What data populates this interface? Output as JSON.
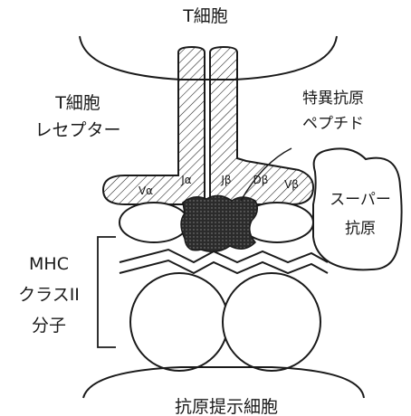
{
  "labels": {
    "t_cell": "T細胞",
    "tcr_line1": "T細胞",
    "tcr_line2": "レセプター",
    "peptide_line1": "特異抗原",
    "peptide_line2": "ペプチド",
    "superantigen_line1": "スーパー",
    "superantigen_line2": "抗原",
    "mhc_line1": "MHC",
    "mhc_line2": "クラスII",
    "mhc_line3": "分子",
    "apc": "抗原提示細胞"
  },
  "domains": {
    "v_alpha": "Vα",
    "j_alpha": "Jα",
    "j_beta": "Jβ",
    "d_beta": "Dβ",
    "v_beta": "Vβ"
  },
  "colors": {
    "ink": "#1a1a1a",
    "peptide_fill": "#2b2b2b",
    "background": "#ffffff"
  }
}
